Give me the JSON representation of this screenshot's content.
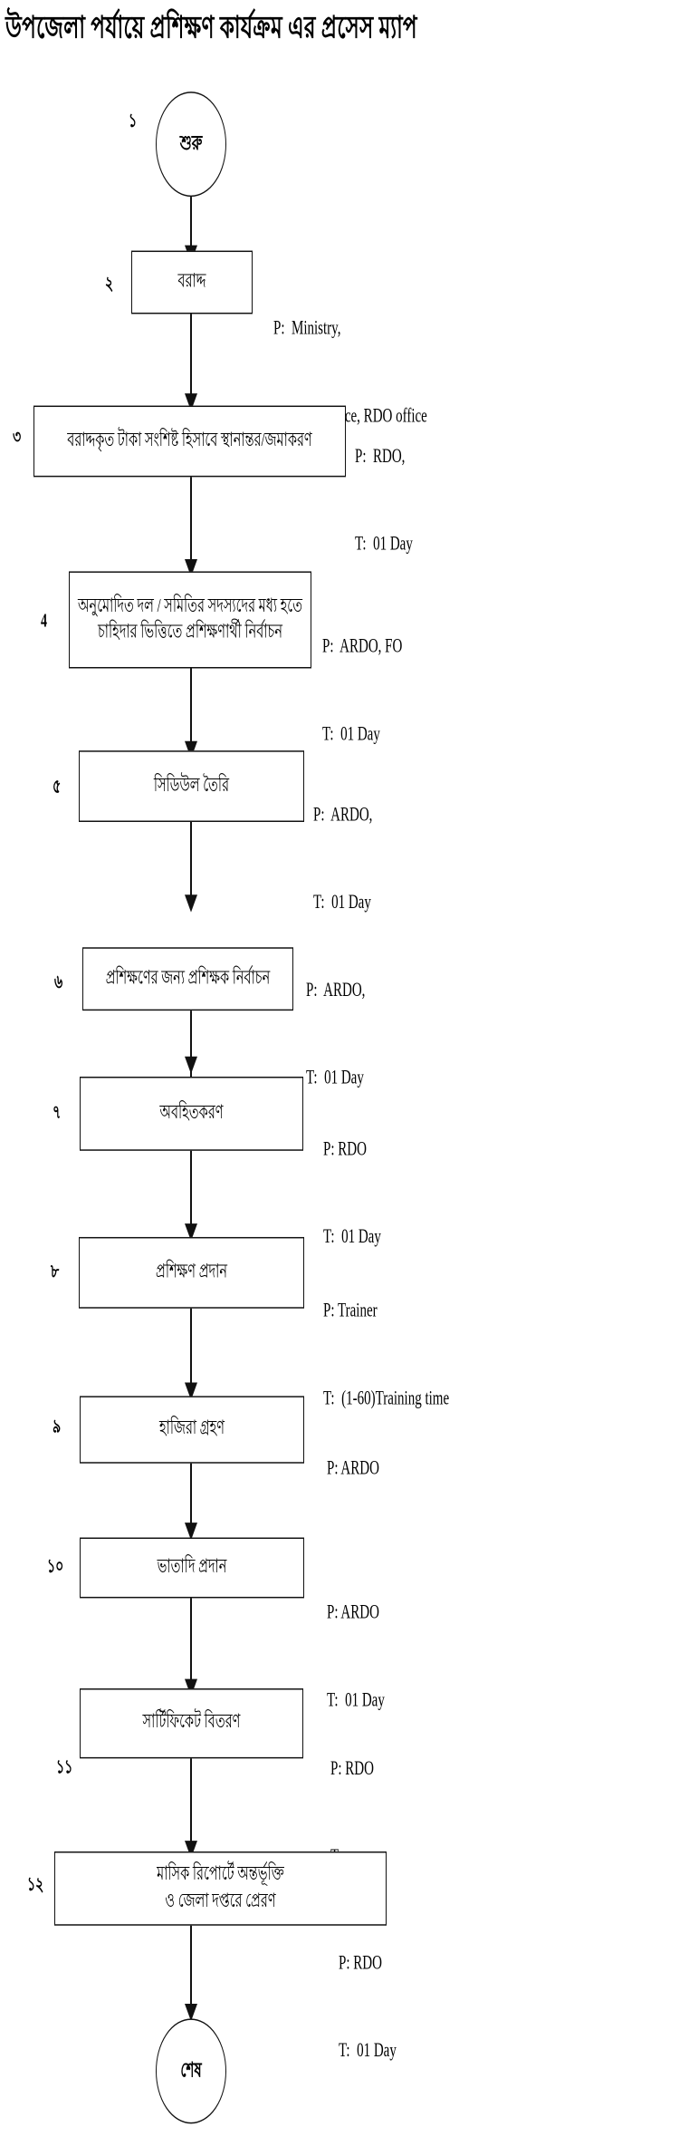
{
  "title": "উপজেলা পর্যায়ে প্রশিক্ষণ কার্যক্রম এর প্রসেস ম্যাপ",
  "start": {
    "label": "শুরু",
    "number": "১"
  },
  "end": {
    "label": "শেষ"
  },
  "steps": [
    {
      "number": "২",
      "text": "বরাদ্দ",
      "annotation_lines": [
        "P:  Ministry,",
        "     Head Office, RDO office"
      ]
    },
    {
      "number": "৩",
      "text": "বরাদ্দকৃত টাকা সংশিষ্ট হিসাবে স্থানান্তর/জমাকরণ",
      "annotation_lines": [
        "P:  RDO,",
        "T:  01 Day"
      ]
    },
    {
      "number": "4",
      "text": "অনুমোদিত দল / সমিতির সদস্যদের মধ্য হতে\nচাহিদার ভিত্তিতে প্রশিক্ষণার্থী নির্বাচন",
      "annotation_lines": [
        "P:  ARDO, FO",
        "T:  01 Day"
      ]
    },
    {
      "number": "৫",
      "text": "সিডিউল তৈরি",
      "annotation_lines": [
        "P:  ARDO,",
        "T:  01 Day"
      ]
    },
    {
      "number": "৬",
      "text": "প্রশিক্ষণের জন্য প্রশিক্ষক নির্বাচন",
      "annotation_lines": [
        "P:  ARDO,",
        "T:  01 Day"
      ]
    },
    {
      "number": "৭",
      "text": "অবহিতকরণ",
      "annotation_lines": [
        "P: RDO",
        "T:  01 Day"
      ]
    },
    {
      "number": "৮",
      "text": "প্রশিক্ষণ প্রদান",
      "annotation_lines": [
        "P: Trainer",
        "T:  (1-60)Training time"
      ]
    },
    {
      "number": "৯",
      "text": "হাজিরা গ্রহণ",
      "annotation_lines": [
        "P: ARDO"
      ]
    },
    {
      "number": "১০",
      "text": "ভাতাদি প্রদান",
      "annotation_lines": [
        "P: ARDO",
        "T:  01 Day"
      ]
    },
    {
      "number": "১১",
      "text": "সার্টিফিকেট বিতরণ",
      "annotation_lines": [
        "P: RDO",
        "T:"
      ]
    },
    {
      "number": "১২",
      "text": "মাসিক রিপোর্টে অন্তর্ভূক্তি\nও জেলা দপ্তরে প্রেরণ",
      "annotation_lines": [
        "P: RDO",
        "T:  01 Day"
      ]
    }
  ]
}
